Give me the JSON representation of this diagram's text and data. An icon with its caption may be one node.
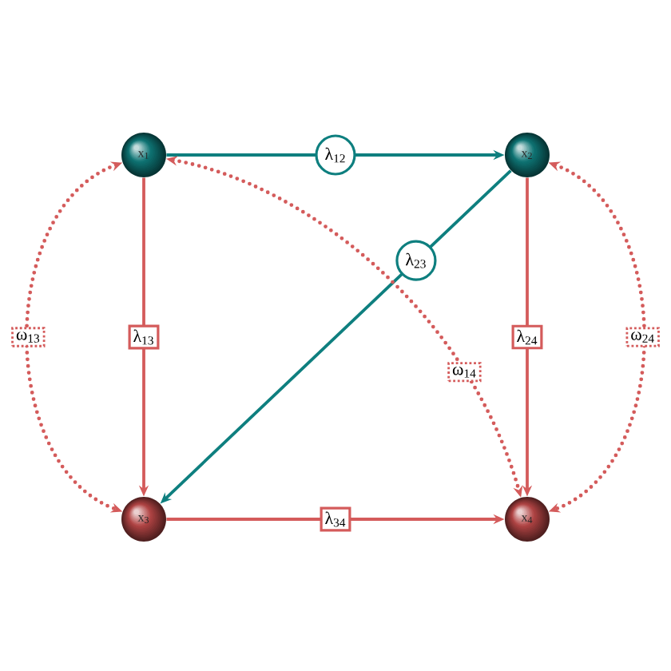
{
  "diagram": {
    "nodes": [
      {
        "text": [
          "x$_{1}$"
        ]
      },
      {
        "text": [
          "x$_{2}$"
        ]
      },
      {
        "text": [
          "x$_{3}$"
        ]
      },
      {
        "text": [
          "x$_{4}$"
        ]
      }
    ],
    "edges": [
      {
        "from": 0,
        "to": 1,
        "arrow": "to",
        "label": "λ$_{12}$",
        "color": "#0e7f7f"
      },
      {
        "from": 1,
        "to": 2,
        "arrow": "to",
        "label": "λ$_{23}$",
        "color": "#0e7f7f"
      },
      {
        "from": 0,
        "to": 2,
        "arrow": "to",
        "label": "λ$_{13}$"
      },
      {
        "from": 1,
        "to": 3,
        "arrow": "to",
        "label": "λ$_{24}$"
      },
      {
        "from": 2,
        "to": 3,
        "arrow": "to",
        "label": "λ$_{34}$"
      },
      {
        "from": 0,
        "to": 2,
        "arrow": "both",
        "label": "ω$_{13}$",
        "style": "dashed"
      },
      {
        "from": 1,
        "to": 3,
        "arrow": "both",
        "label": "ω$_{24}$",
        "style": "dashed"
      },
      {
        "from": 0,
        "to": 3,
        "arrow": "both",
        "label": "ω$_{14}$",
        "style": "dashed"
      }
    ]
  }
}
